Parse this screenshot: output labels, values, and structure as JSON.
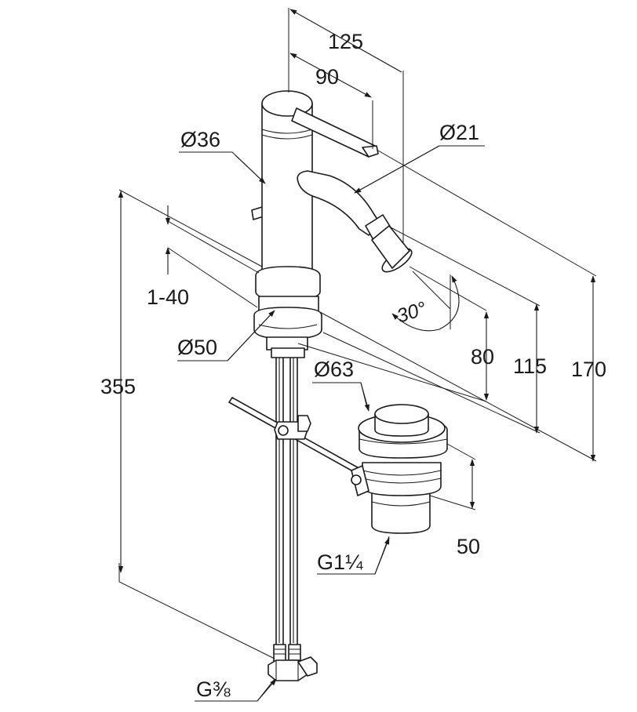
{
  "drawing": {
    "dimensions": {
      "d125": "125",
      "d90": "90",
      "d36": "Ø36",
      "d21": "Ø21",
      "d1_40": "1-40",
      "d30": "30°",
      "d80": "80",
      "d115": "115",
      "d170": "170",
      "d355": "355",
      "d50dia": "Ø50",
      "d63": "Ø63",
      "d50": "50",
      "g114": "G1¼",
      "g38": "G⅜"
    },
    "colors": {
      "line": "#1a1a1a",
      "background": "#ffffff"
    }
  }
}
